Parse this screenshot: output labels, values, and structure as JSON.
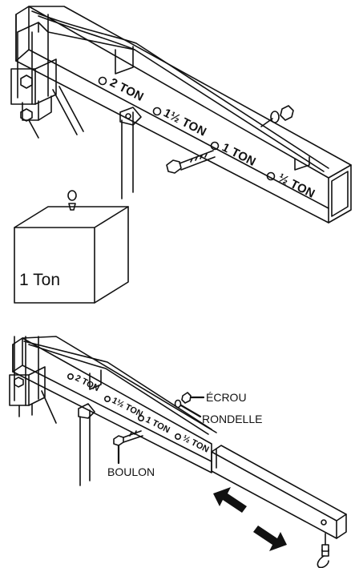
{
  "upper_boom": {
    "capacity_markings": [
      "2 TON",
      "1½ TON",
      "1 TON",
      "½ TON"
    ]
  },
  "load_box": {
    "label": "1 Ton"
  },
  "lower_boom": {
    "capacity_markings": [
      "2 TON",
      "1½ TON",
      "1 TON",
      "½ TON"
    ],
    "callouts": {
      "nut": "ÉCROU",
      "washer": "RONDELLE",
      "bolt": "BOULON"
    }
  },
  "colors": {
    "line": "#111111",
    "background": "#ffffff",
    "arrow": "#111111"
  },
  "icons": [
    "eye-bolt-icon",
    "hook-icon",
    "retract-arrow-icon",
    "extend-arrow-icon"
  ]
}
